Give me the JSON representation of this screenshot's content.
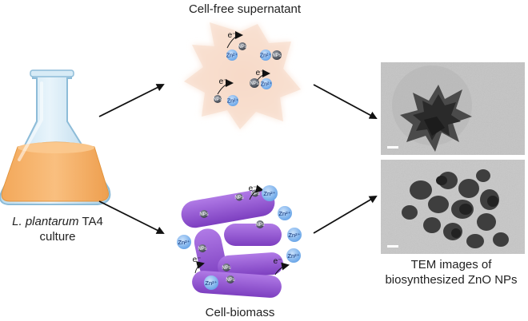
{
  "labels": {
    "top_title": "Cell-free supernatant",
    "bottom_title": "Cell-biomass",
    "culture_species": "L. plantarum",
    "culture_strain": "TA4",
    "culture_word": "culture",
    "tem_line1": "TEM images of",
    "tem_line2": "biosynthesized ZnO NPs"
  },
  "particle_labels": {
    "zinc_ion": "Zn²⁺",
    "electron": "e⁻",
    "nanoparticle": "NPs"
  },
  "colors": {
    "liquid": "#f6b368",
    "glass": "#cfe5f2",
    "supernatant_blob": "#f7dccb",
    "bacterium": "#9a55d6",
    "zinc_ion": "#7fb5ec",
    "nanoparticle": "#5f6470",
    "arrow": "#111111",
    "tem_background": "#c9c9c9"
  }
}
